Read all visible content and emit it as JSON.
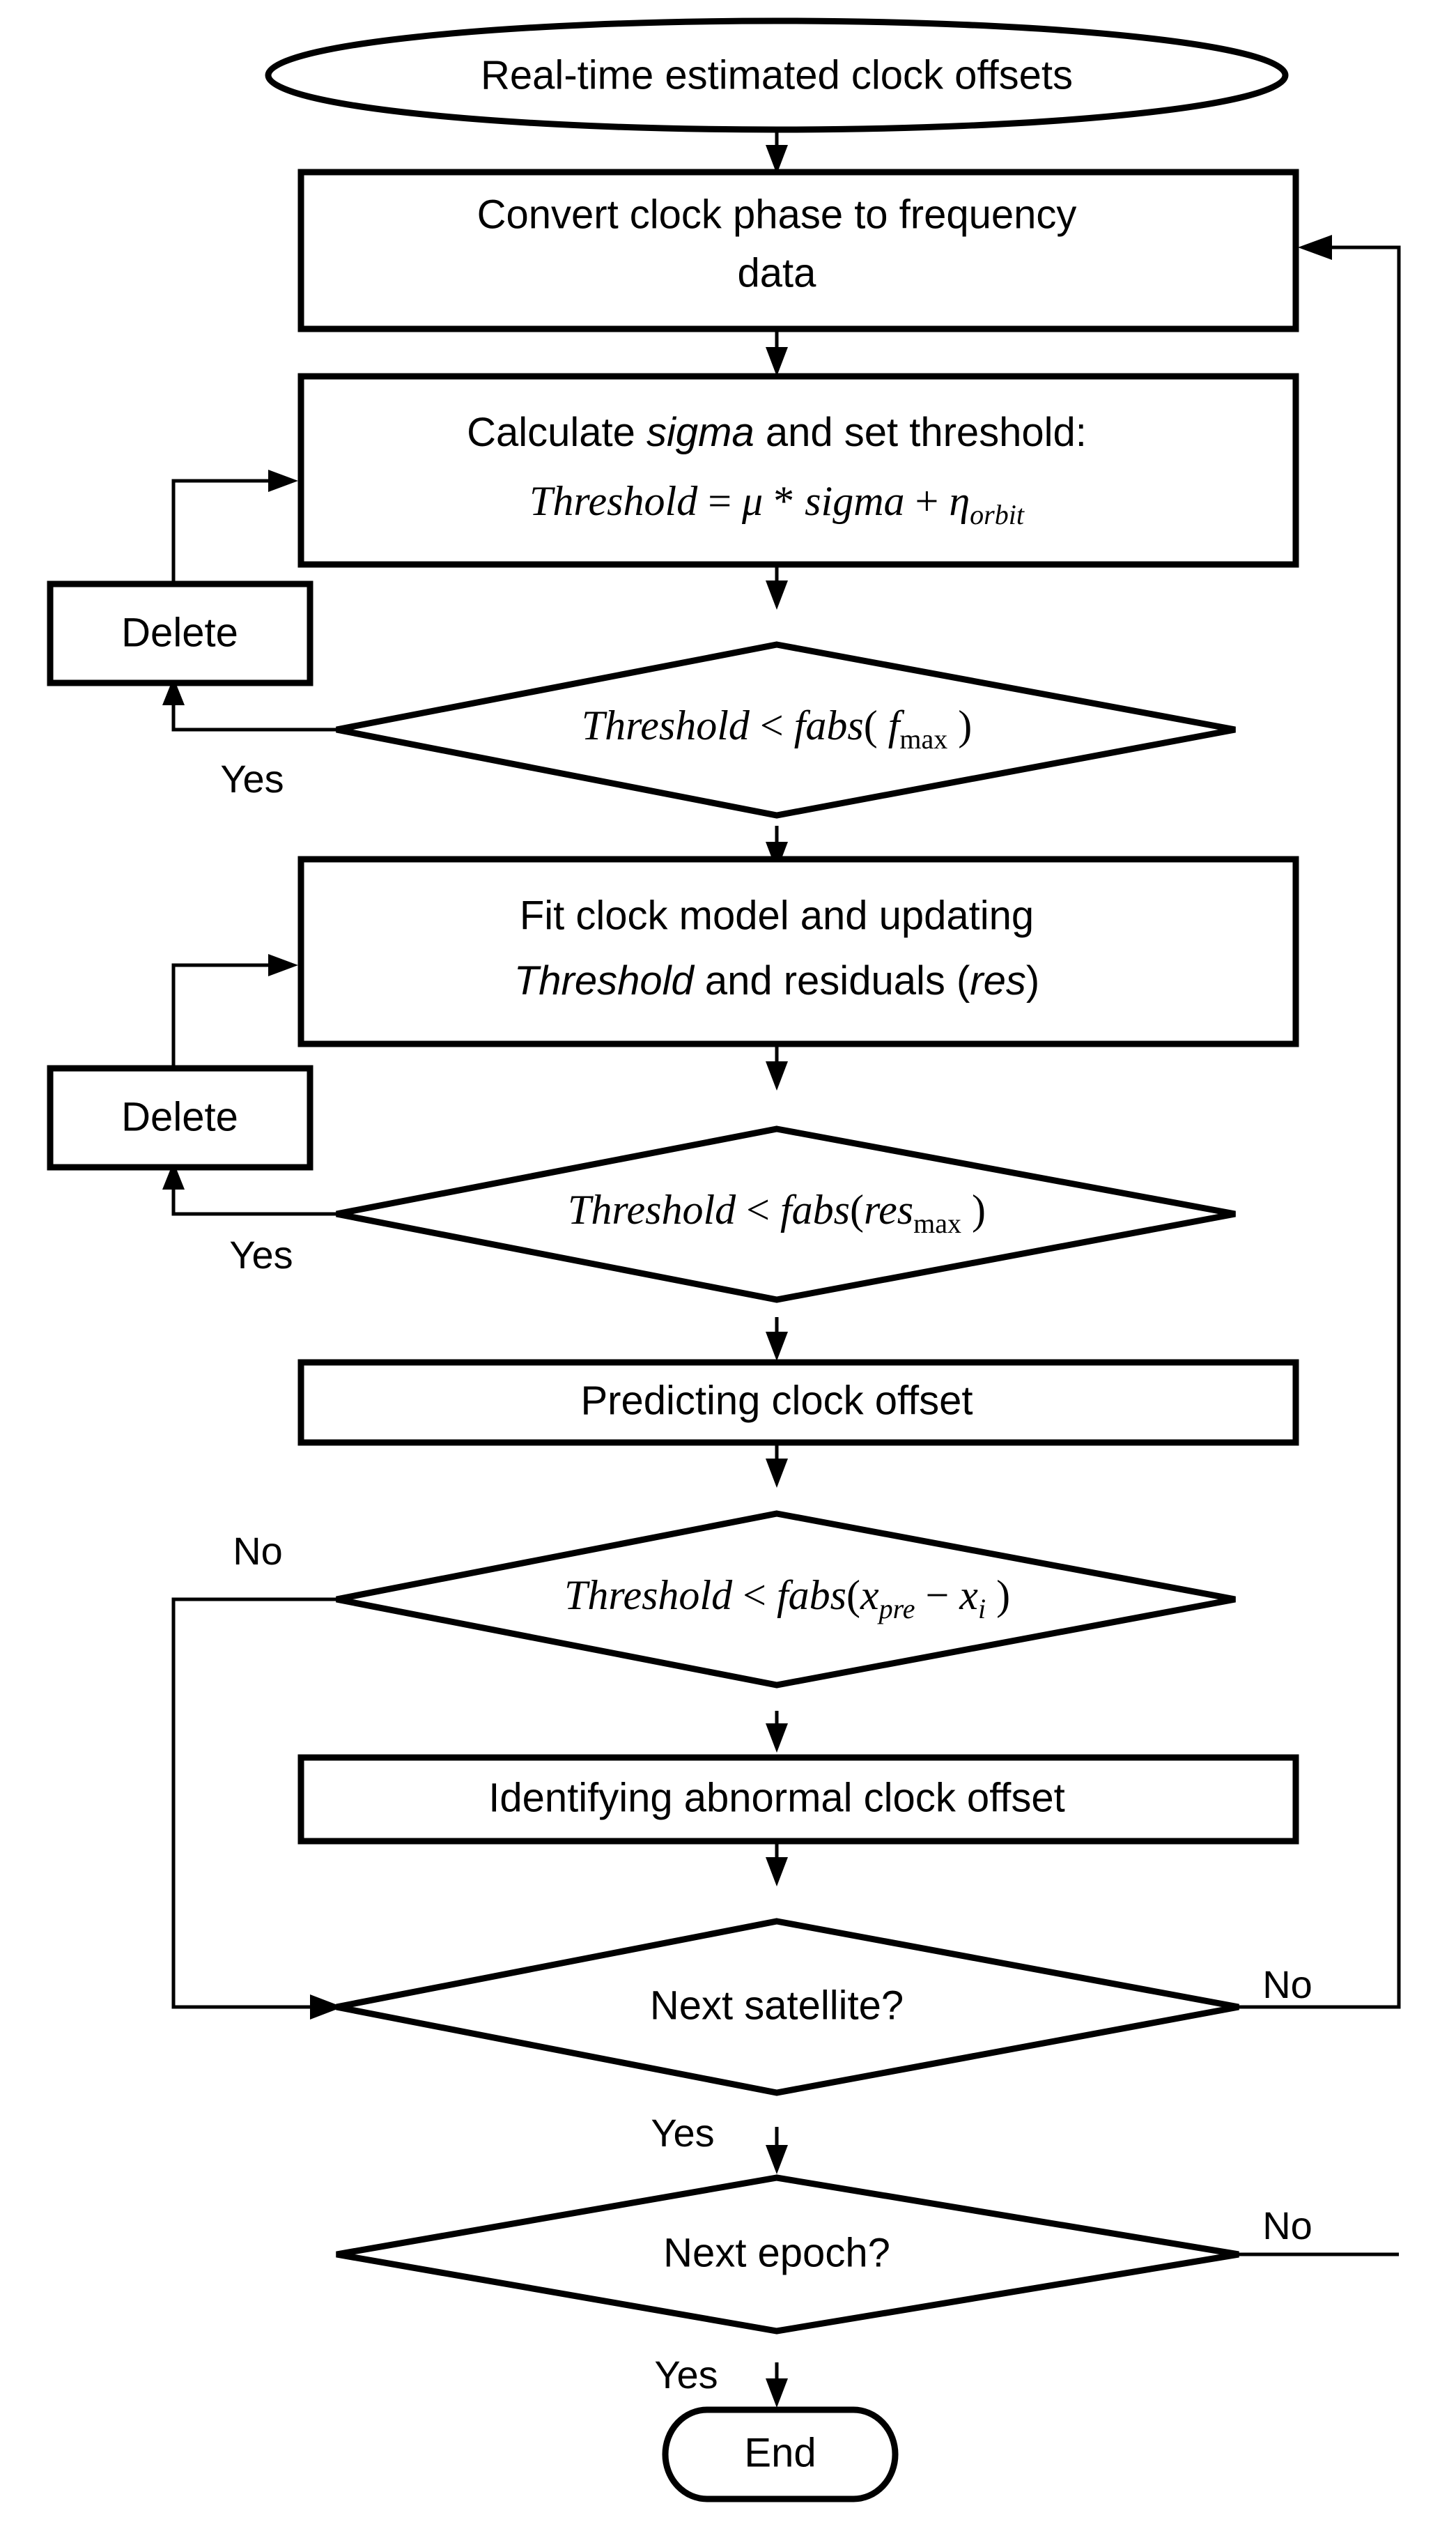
{
  "diagram": {
    "type": "flowchart",
    "title_text": "",
    "colors": {
      "stroke": "#000000",
      "fill": "#ffffff",
      "text": "#000000"
    },
    "nodes": {
      "start": {
        "shape": "terminator-ellipse",
        "label": "Real-time estimated clock offsets"
      },
      "convert": {
        "shape": "process",
        "line1": "Convert clock phase to frequency",
        "line2": "data"
      },
      "calculate": {
        "shape": "process",
        "line1_a": "Calculate  ",
        "line1_b": "sigma",
        "line1_c": " and set threshold:",
        "formula_lhs": "Threshold",
        "formula_eq": " = ",
        "formula_mu": "μ",
        "formula_star": " * ",
        "formula_sigma": "sigma",
        "formula_plus": " + ",
        "formula_eta": "η",
        "formula_eta_sub": "orbit"
      },
      "decision_fmax": {
        "shape": "decision",
        "text_lhs": "Threshold",
        "text_op": " < ",
        "text_fn": "fabs",
        "text_open": "( ",
        "text_var": "f",
        "text_sub": "max",
        "text_close": " )",
        "branch_yes": "Yes"
      },
      "delete_1": {
        "shape": "process",
        "label": "Delete"
      },
      "fit": {
        "shape": "process",
        "line1": "Fit clock model and updating",
        "line2_a": "Threshold",
        "line2_b": " and residuals (",
        "line2_c": "res",
        "line2_d": ")"
      },
      "decision_resmax": {
        "shape": "decision",
        "text_lhs": "Threshold",
        "text_op": " < ",
        "text_fn": "fabs",
        "text_open": "(",
        "text_var": "res",
        "text_sub": "max",
        "text_close": " )",
        "branch_yes": "Yes"
      },
      "delete_2": {
        "shape": "process",
        "label": "Delete"
      },
      "predict": {
        "shape": "process",
        "label": "Predicting clock offset"
      },
      "decision_xpre": {
        "shape": "decision",
        "text_lhs": "Threshold",
        "text_op": " < ",
        "text_fn": "fabs",
        "text_open": "(",
        "text_var1": "x",
        "text_sub1": "pre",
        "text_minus": " − ",
        "text_var2": "x",
        "text_sub2": "i",
        "text_close": " )",
        "branch_no": "No"
      },
      "identify": {
        "shape": "process",
        "label": "Identifying abnormal clock offset"
      },
      "decision_next_satellite": {
        "shape": "decision",
        "label": "Next satellite?",
        "branch_no": "No",
        "branch_yes": "Yes"
      },
      "decision_next_epoch": {
        "shape": "decision",
        "label": "Next epoch?",
        "branch_no": "No",
        "branch_yes": "Yes"
      },
      "end": {
        "shape": "terminator-rounded",
        "label": "End"
      }
    },
    "edges": [
      {
        "from": "start",
        "to": "convert",
        "label": ""
      },
      {
        "from": "convert",
        "to": "calculate",
        "label": ""
      },
      {
        "from": "calculate",
        "to": "decision_fmax",
        "label": ""
      },
      {
        "from": "decision_fmax",
        "to": "delete_1",
        "label": "Yes"
      },
      {
        "from": "delete_1",
        "to": "calculate",
        "label": ""
      },
      {
        "from": "decision_fmax",
        "to": "fit",
        "label": ""
      },
      {
        "from": "fit",
        "to": "decision_resmax",
        "label": ""
      },
      {
        "from": "decision_resmax",
        "to": "delete_2",
        "label": "Yes"
      },
      {
        "from": "delete_2",
        "to": "fit",
        "label": ""
      },
      {
        "from": "decision_resmax",
        "to": "predict",
        "label": ""
      },
      {
        "from": "predict",
        "to": "decision_xpre",
        "label": ""
      },
      {
        "from": "decision_xpre",
        "to": "decision_next_satellite",
        "label": "No"
      },
      {
        "from": "decision_xpre",
        "to": "identify",
        "label": ""
      },
      {
        "from": "identify",
        "to": "decision_next_satellite",
        "label": ""
      },
      {
        "from": "decision_next_satellite",
        "to": "convert",
        "label": "No"
      },
      {
        "from": "decision_next_satellite",
        "to": "decision_next_epoch",
        "label": "Yes"
      },
      {
        "from": "decision_next_epoch",
        "to": "convert",
        "label": "No"
      },
      {
        "from": "decision_next_epoch",
        "to": "end",
        "label": "Yes"
      }
    ]
  }
}
